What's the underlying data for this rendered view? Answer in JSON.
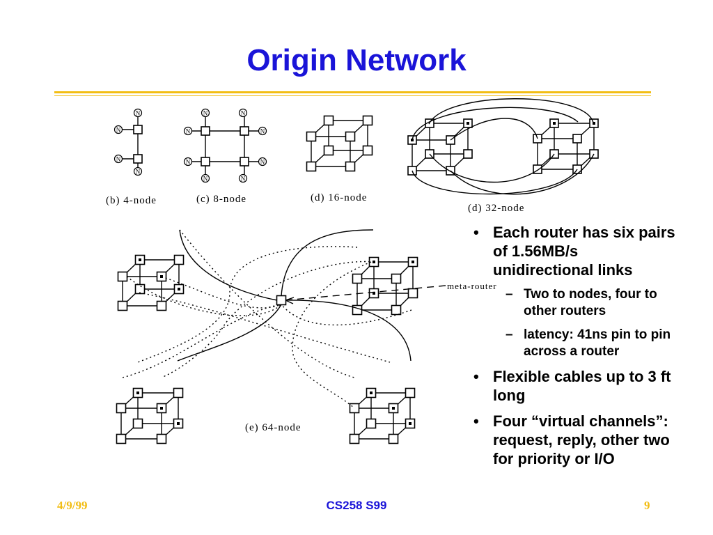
{
  "slide": {
    "title": "Origin Network",
    "captions": {
      "b": "(b) 4-node",
      "c": "(c) 8-node",
      "d16": "(d) 16-node",
      "d32": "(d) 32-node",
      "e": "(e) 64-node",
      "meta": "meta-router"
    },
    "bullets": [
      {
        "text": "Each router has six pairs of 1.56MB/s unidirectional links",
        "subs": [
          "Two to nodes, four to other routers",
          "latency: 41ns pin to pin across a router"
        ]
      },
      {
        "text": "Flexible cables up to 3 ft long",
        "subs": []
      },
      {
        "text": "Four “virtual channels”: request, reply, other two for priority or I/O",
        "subs": []
      }
    ],
    "bullet_marker": "•",
    "sub_marker": "–",
    "footer": {
      "date": "4/9/99",
      "course": "CS258 S99",
      "page": "9"
    },
    "node_letter": "N"
  },
  "colors": {
    "title": "#1a14d8",
    "rule": "#f2bd13",
    "footer_side": "#f2bd13",
    "footer_center": "#1a14d8"
  }
}
